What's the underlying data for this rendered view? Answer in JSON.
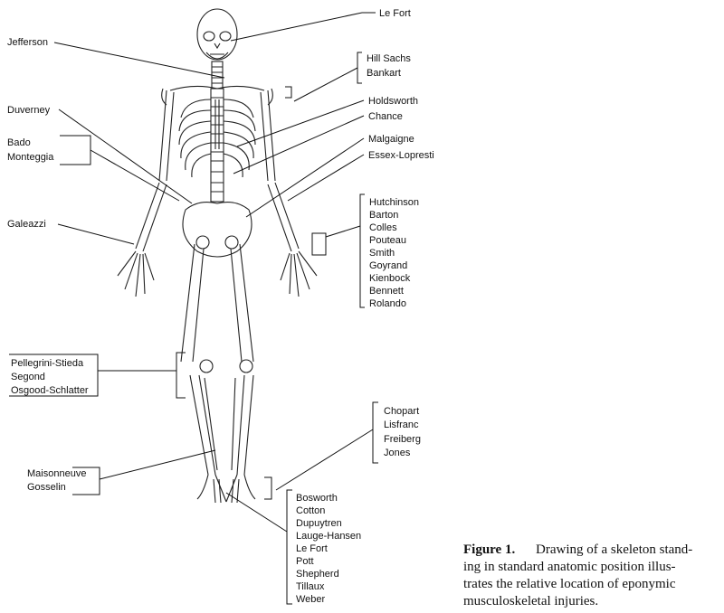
{
  "labels": {
    "head": [
      "Le Fort"
    ],
    "neck": [
      "Jefferson"
    ],
    "shoulder": [
      "Hill Sachs",
      "Bankart"
    ],
    "spine": [
      "Holdsworth",
      "Chance"
    ],
    "acetabulum": [
      "Duverney"
    ],
    "forearm_proximal": [
      "Bado",
      "Monteggia"
    ],
    "pelvis": [
      "Malgaigne"
    ],
    "forearm": [
      "Essex-Lopresti"
    ],
    "distal_radius": [
      "Galeazzi"
    ],
    "wrist": [
      "Hutchinson",
      "Barton",
      "Colles",
      "Pouteau",
      "Smith",
      "Goyrand",
      "Kienbock",
      "Bennett",
      "Rolando"
    ],
    "knee": [
      "Pellegrini-Stieda",
      "Segond",
      "Osgood-Schlatter"
    ],
    "fibula": [
      "Maisonneuve",
      "Gosselin"
    ],
    "foot": [
      "Chopart",
      "Lisfranc",
      "Freiberg",
      "Jones"
    ],
    "ankle": [
      "Bosworth",
      "Cotton",
      "Dupuytren",
      "Lauge-Hansen",
      "Le Fort",
      "Pott",
      "Shepherd",
      "Tillaux",
      "Weber"
    ]
  },
  "caption": {
    "label": "Figure 1.",
    "lines": [
      "Drawing of a skeleton stand-",
      "ing in standard anatomic position illus-",
      "trates the relative location of eponymic",
      "musculoskeletal injuries."
    ]
  }
}
